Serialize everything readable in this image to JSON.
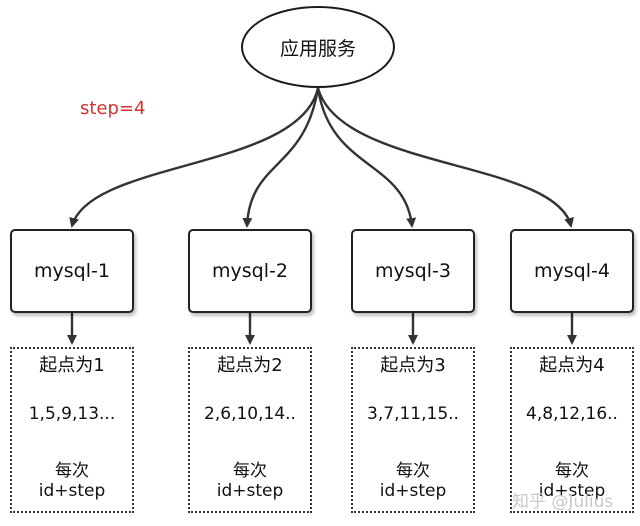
{
  "service": {
    "label": "应用服务"
  },
  "step_label": "step=4",
  "nodes": [
    {
      "db": "mysql-1",
      "start": "起点为1",
      "sequence": "1,5,9,13...",
      "rule_line1": "每次",
      "rule_line2": "id+step"
    },
    {
      "db": "mysql-2",
      "start": "起点为2",
      "sequence": "2,6,10,14..",
      "rule_line1": "每次",
      "rule_line2": "id+step"
    },
    {
      "db": "mysql-3",
      "start": "起点为3",
      "sequence": "3,7,11,15..",
      "rule_line1": "每次",
      "rule_line2": "id+step"
    },
    {
      "db": "mysql-4",
      "start": "起点为4",
      "sequence": "4,8,12,16..",
      "rule_line1": "每次",
      "rule_line2": "id+step"
    }
  ],
  "watermark": "知乎 @Julius",
  "colors": {
    "step_label": "#d8322d",
    "stroke": "#333333"
  }
}
